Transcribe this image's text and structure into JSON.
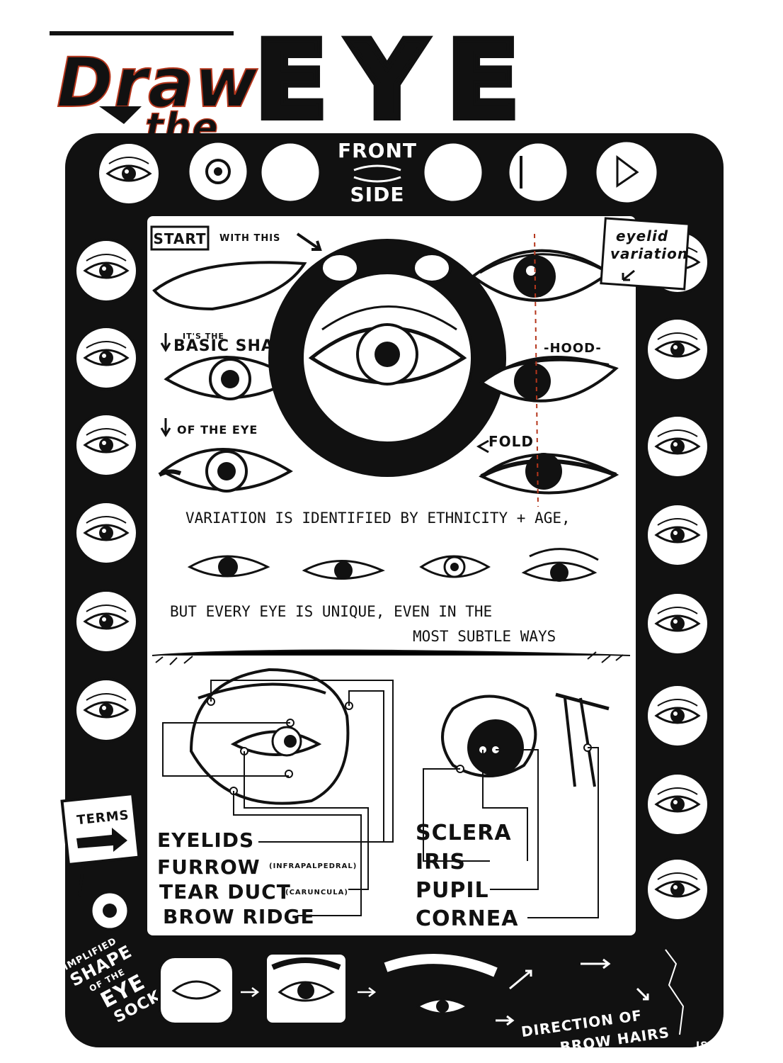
{
  "title": {
    "draw": "Draw",
    "the": "the",
    "eye": "EYE"
  },
  "border": {
    "front": "FRONT",
    "side": "SIDE"
  },
  "panel": {
    "start": "START",
    "with_this": "WITH THIS",
    "eyelid_variation_1": "eyelid",
    "eyelid_variation_2": "variation",
    "its_the": "IT'S THE",
    "basic_shape": "BASIC SHAPE",
    "of_the_eye": "OF THE EYE",
    "hood": "-HOOD-",
    "fold": "FOLD",
    "variation_line": "VARIATION IS IDENTIFIED BY ETHNICITY + AGE,",
    "unique_line_1": "BUT EVERY EYE IS UNIQUE, EVEN IN THE",
    "unique_line_2": "MOST SUBTLE WAYS"
  },
  "terms": {
    "sign": "TERMS",
    "left": [
      {
        "label": "EYELIDS",
        "note": ""
      },
      {
        "label": "FURROW",
        "note": "(INFRAPALPEDRAL)"
      },
      {
        "label": "TEAR DUCT",
        "note": "(CARUNCULA)"
      },
      {
        "label": "BROW RIDGE",
        "note": ""
      }
    ],
    "right": [
      {
        "label": "SCLERA"
      },
      {
        "label": "IRIS"
      },
      {
        "label": "PUPIL"
      },
      {
        "label": "CORNEA"
      }
    ]
  },
  "bottom": {
    "socket_1": "SIMPLIFIED",
    "socket_2": "SHAPE",
    "socket_3": "OF THE",
    "socket_4": "EYE",
    "socket_5": "SOCKET",
    "direction_1": "DIRECTION OF",
    "direction_2": "BROW HAIRS",
    "signature": "JS"
  },
  "colors": {
    "ink": "#111111",
    "accent": "#b5361c",
    "paper": "#ffffff"
  }
}
